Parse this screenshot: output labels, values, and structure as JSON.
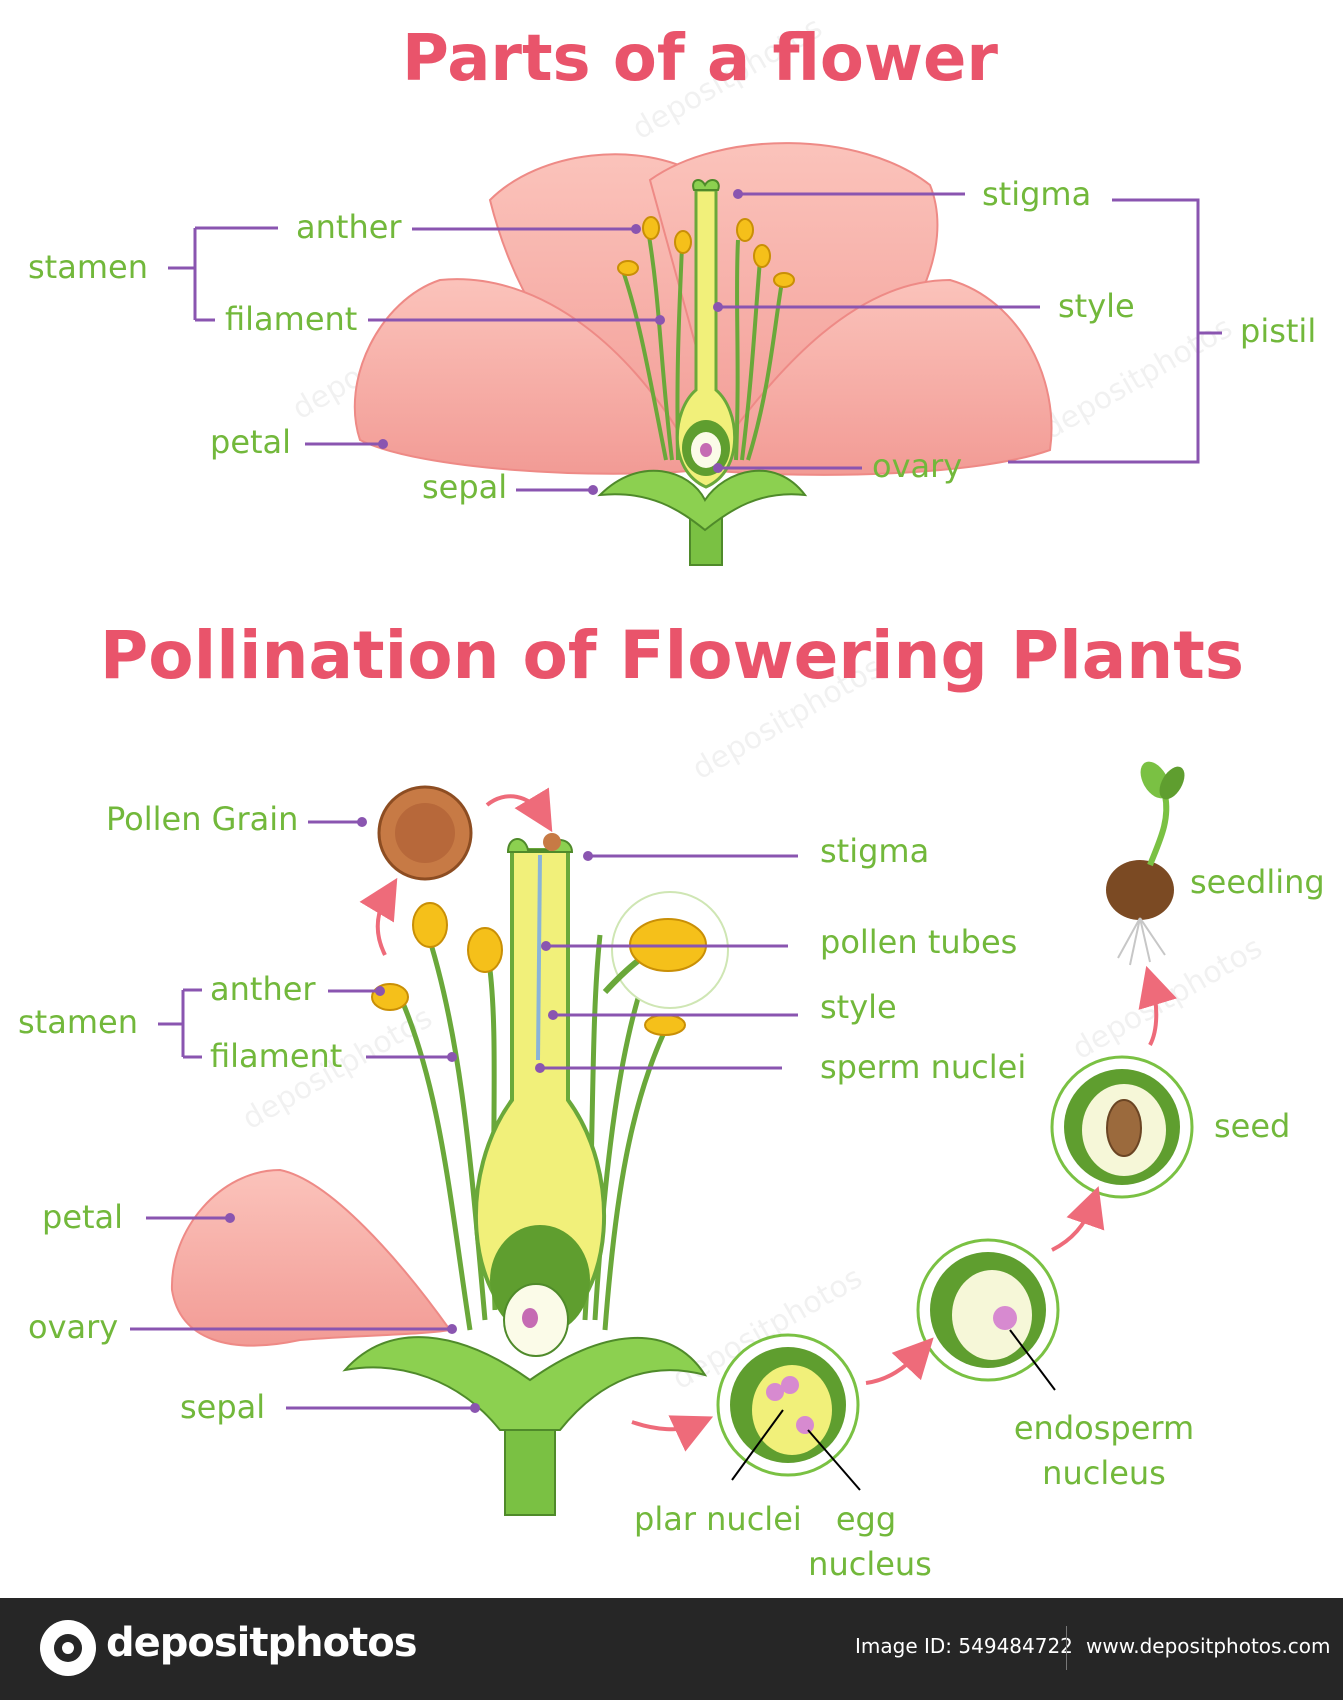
{
  "diagram_top": {
    "title": "Parts of a flower",
    "labels": {
      "stamen": "stamen",
      "anther": "anther",
      "filament": "filament",
      "petal": "petal",
      "sepal": "sepal",
      "stigma": "stigma",
      "style": "style",
      "ovary": "ovary",
      "pistil": "pistil"
    }
  },
  "diagram_bottom": {
    "title": "Pollination of Flowering Plants",
    "labels": {
      "pollen_grain": "Pollen Grain",
      "stamen": "stamen",
      "anther": "anther",
      "filament": "filament",
      "petal": "petal",
      "ovary": "ovary",
      "sepal": "sepal",
      "stigma": "stigma",
      "pollen_tubes": "pollen tubes",
      "style": "style",
      "sperm_nuclei": "sperm nuclei",
      "seedling": "seedling",
      "seed": "seed",
      "endosperm_line1": "endosperm",
      "endosperm_line2": "nucleus",
      "plar_nuclei": "plar nuclei",
      "egg_line1": "egg",
      "egg_line2": "nucleus"
    }
  },
  "footer": {
    "brand": "depositphotos",
    "image_id": "Image ID: 549484722",
    "site": "www.depositphotos.com"
  },
  "watermark": "depositphotos",
  "colors": {
    "title": "#e9546b",
    "label": "#72b83b",
    "leader": "#8a55b0",
    "petal": "#f6a9a3",
    "stem": "#7ac143",
    "anther": "#f5c01a"
  }
}
